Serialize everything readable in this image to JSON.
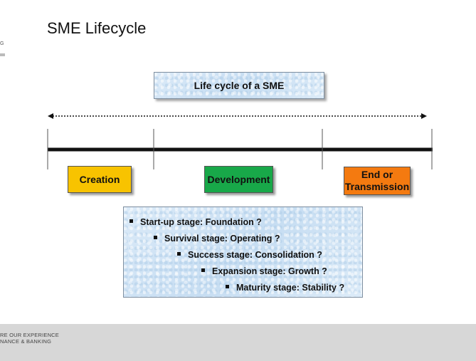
{
  "slide": {
    "title": "SME Lifecycle"
  },
  "logo": {
    "fragment": "G"
  },
  "header_box": {
    "label": "Life cycle of a SME"
  },
  "phases": {
    "creation": "Creation",
    "development": "Development",
    "end_line1": "End or",
    "end_line2": "Transmission"
  },
  "stages": [
    "Start-up stage: Foundation ?",
    "Survival stage: Operating ?",
    "Success stage: Consolidation ?",
    "Expansion stage: Growth ?",
    "Maturity stage: Stability ?"
  ],
  "footer": {
    "line1": "RE OUR EXPERIENCE",
    "line2": "NANCE & BANKING"
  },
  "colors": {
    "creation": "#f8c300",
    "development": "#18a849",
    "end": "#f47a10",
    "panel": "#cfe4f6"
  }
}
